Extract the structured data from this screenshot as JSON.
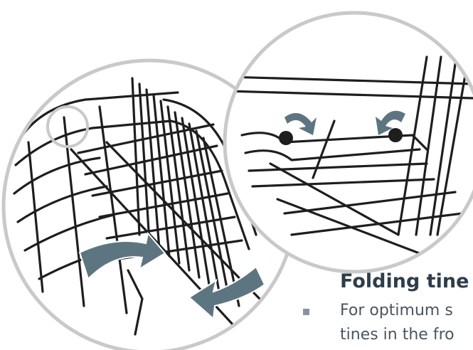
{
  "section": {
    "heading": "Folding tine",
    "bullet_lines": [
      "For optimum s",
      "tines in the fro"
    ]
  },
  "colors": {
    "line_art": "#1e1e1e",
    "arrow_fill": "#5d7580",
    "circle_border": "#c9c9c9",
    "heading": "#2e3d4a",
    "body_text": "#4a5560"
  }
}
